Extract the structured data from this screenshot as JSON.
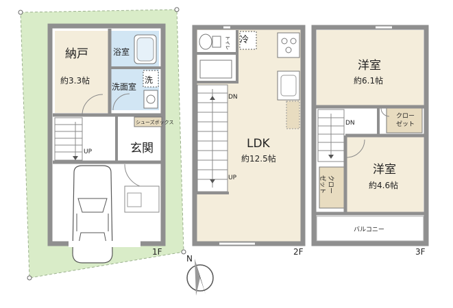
{
  "floor1": {
    "label": "1F",
    "nando": "納戸",
    "nando_size": "約3.3帖",
    "bath": "浴室",
    "washroom": "洗面室",
    "washer": "洗",
    "shoes_box": "シューズボックス",
    "entrance": "玄関",
    "stairs_up": "UP"
  },
  "floor2": {
    "label": "2F",
    "ldk": "LDK",
    "ldk_size": "約12.5帖",
    "fridge": "冷",
    "toilet": "トイレ",
    "stairs_dn": "DN",
    "stairs_up": "UP"
  },
  "floor3": {
    "label": "3F",
    "room1": "洋室",
    "room1_size": "約6.1帖",
    "room2": "洋室",
    "room2_size": "約4.6帖",
    "closet1": "クロー\nゼット",
    "closet2": "クロー\nゼット",
    "balcony": "バルコニー",
    "stairs_dn": "DN"
  },
  "compass": {
    "north": "N"
  },
  "colors": {
    "wall": "#8f8f8f",
    "room_tan": "#f4eddb",
    "site_green": "#d9ecc8",
    "bath_blue": "#d2e6f4",
    "closet_tan": "#e8dcc0"
  }
}
